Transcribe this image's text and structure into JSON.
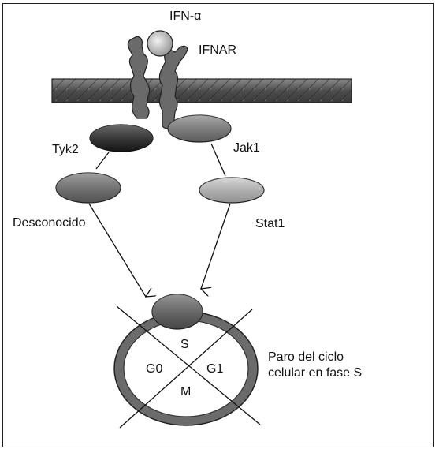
{
  "labels": {
    "ligand": "IFN-α",
    "receptor": "IFNAR",
    "kinase_left": "Tyk2",
    "kinase_right": "Jak1",
    "substrate_left": "Desconocido",
    "substrate_right": "Stat1",
    "phase_s": "S",
    "phase_g0": "G0",
    "phase_g1": "G1",
    "phase_m": "M",
    "outcome_line1": "Paro del ciclo",
    "outcome_line2": "celular en fase S"
  },
  "colors": {
    "membrane": "#5b5b5b",
    "receptor": "#6a6a6a",
    "tyk2": "#1c1c1c",
    "jak1": "#7d7d7d",
    "unknown": "#6f6f6f",
    "stat1": "#c4c4c4",
    "cell_ring": "#6b6b6b",
    "arrow": "#111111"
  }
}
